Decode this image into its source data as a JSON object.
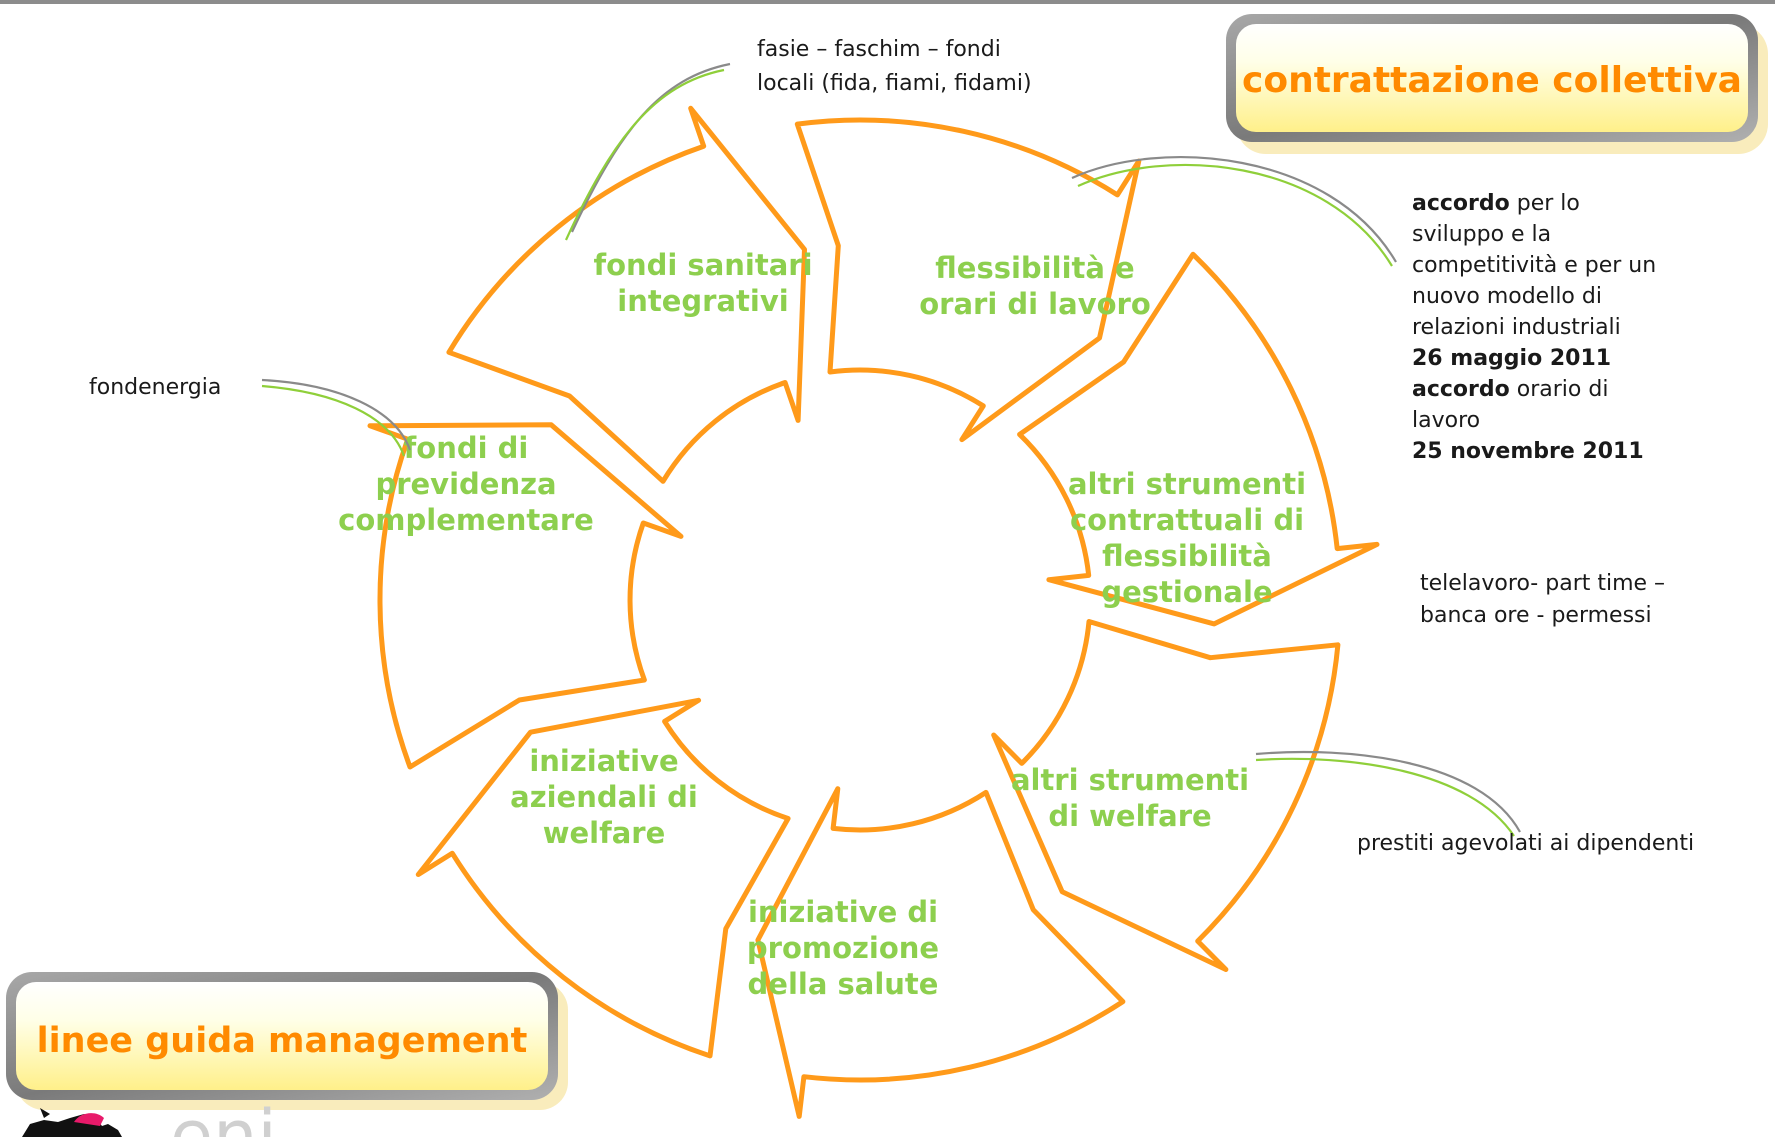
{
  "header_box": {
    "title": "contrattazione collettiva"
  },
  "footer_box": {
    "title": "linee guida management"
  },
  "logo": {
    "text": "eni"
  },
  "cycle_segments": [
    {
      "id": "fondi-sanitari",
      "lines": [
        "fondi sanitari",
        "integrativi"
      ]
    },
    {
      "id": "flessibilita",
      "lines": [
        "flessibilità e",
        "orari di lavoro"
      ]
    },
    {
      "id": "altri-strumenti-flessibilita",
      "lines": [
        "altri strumenti",
        "contrattuali di",
        "flessibilità",
        "gestionale"
      ]
    },
    {
      "id": "altri-strumenti-welfare",
      "lines": [
        "altri strumenti",
        "di welfare"
      ]
    },
    {
      "id": "promozione-salute",
      "lines": [
        "iniziative di",
        "promozione",
        "della salute"
      ]
    },
    {
      "id": "iniziative-aziendali",
      "lines": [
        "iniziative",
        "aziendali di",
        "welfare"
      ]
    },
    {
      "id": "fondi-previdenza",
      "lines": [
        "fondi di",
        "previdenza",
        "complementare"
      ]
    }
  ],
  "callouts": {
    "fondi_sanitari": [
      "fasie – faschim – fondi",
      "locali (fida, fiami, fidami)"
    ],
    "fondenergia": "fondenergia",
    "accordi": [
      [
        {
          "t": "accordo",
          "b": true
        },
        {
          "t": " per lo",
          "b": false
        }
      ],
      [
        {
          "t": "sviluppo e la",
          "b": false
        }
      ],
      [
        {
          "t": "competitività e per un",
          "b": false
        }
      ],
      [
        {
          "t": "nuovo modello di",
          "b": false
        }
      ],
      [
        {
          "t": "relazioni industriali",
          "b": false
        }
      ],
      [
        {
          "t": "26 maggio 2011",
          "b": true
        }
      ],
      [
        {
          "t": "accordo",
          "b": true
        },
        {
          "t": " orario di",
          "b": false
        }
      ],
      [
        {
          "t": "lavoro",
          "b": false
        }
      ],
      [
        {
          "t": "25 novembre 2011",
          "b": true
        }
      ]
    ],
    "flessibilita_gestionale": [
      "telelavoro- part time –",
      "banca ore - permessi"
    ],
    "welfare": "prestiti agevolati ai dipendenti"
  },
  "colors": {
    "arrow_stroke": "#ff9a1a",
    "segment_text": "#8dcf4e",
    "box_text": "#ff8a00",
    "connector_green": "#8fcf3a",
    "connector_grey": "#8a8a8a"
  }
}
